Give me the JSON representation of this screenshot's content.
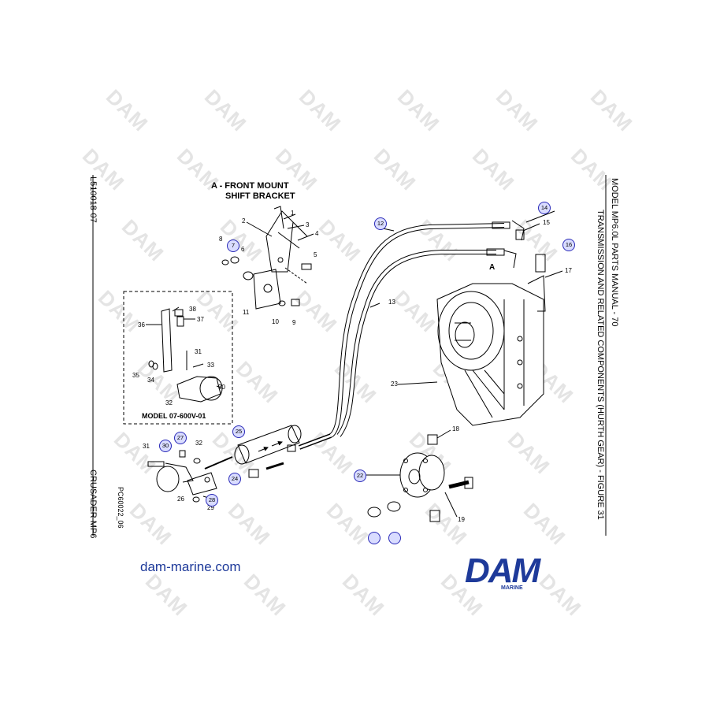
{
  "page_title_line1": "A - FRONT MOUNT",
  "page_title_line2": "SHIFT BRACKET",
  "model_label": "MODEL 07-600V-01",
  "callout_a": "A",
  "left_margin_code": "L510018-07",
  "left_margin_footer": "CRUSADER MP6",
  "drawing_code": "PC60022_06",
  "right_margin_line1": "MODEL MP6.0L PARTS MANUAL - 70",
  "right_margin_line2": "TRANSMISSION AND RELATED COMPONENTS (HURTH GEAR) - FIGURE 31",
  "site_link": "dam-marine.com",
  "logo": {
    "word": "DAM",
    "sub": "MARINE",
    "color": "#1e3a9a"
  },
  "watermark_text": "DAM",
  "part_labels": {
    "p1": "1",
    "p2": "2",
    "p3": "3",
    "p4": "4",
    "p5": "5",
    "p6": "6",
    "p8": "8",
    "p9": "9",
    "p10": "10",
    "p11": "11",
    "p13": "13",
    "p15": "15",
    "p17": "17",
    "p18": "18",
    "p19": "19",
    "p23": "23",
    "p26": "26",
    "p29": "29",
    "p31": "31",
    "p32": "32",
    "p30b": "30",
    "p31b": "31",
    "p32b": "32",
    "p33": "33",
    "p34": "34",
    "p35": "35",
    "p36": "36",
    "p37": "37",
    "p38": "38"
  },
  "circled_labels": {
    "c7": "7",
    "c12": "12",
    "c14": "14",
    "c16": "16",
    "c22": "22",
    "c24": "24",
    "c25": "25",
    "c27": "27",
    "c28": "28",
    "c30": "30",
    "c20": "",
    "c21": ""
  }
}
